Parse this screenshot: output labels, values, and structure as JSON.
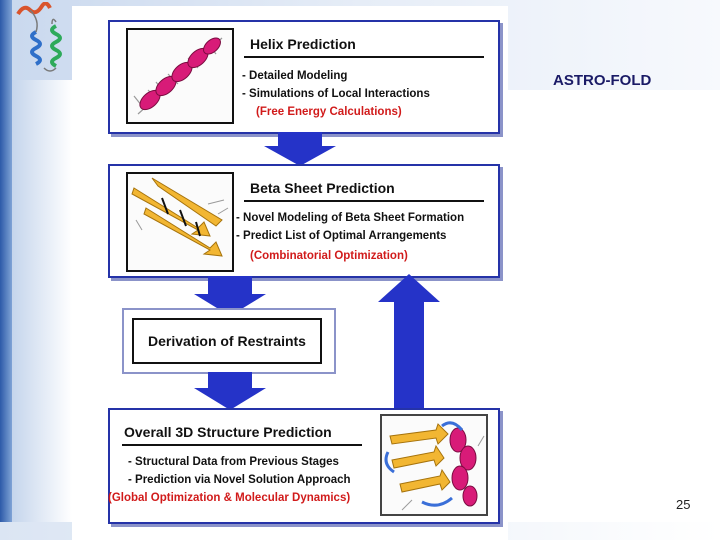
{
  "slide": {
    "header_label": "ASTRO-FOLD",
    "page_number": "25"
  },
  "flow": {
    "helix": {
      "title": "Helix Prediction",
      "bullets": [
        "- Detailed Modeling",
        "- Simulations of Local Interactions"
      ],
      "method": "(Free Energy Calculations)"
    },
    "beta": {
      "title": "Beta Sheet Prediction",
      "bullets": [
        "- Novel Modeling of Beta Sheet Formation",
        "- Predict List of Optimal Arrangements"
      ],
      "method": "(Combinatorial Optimization)"
    },
    "restraints": {
      "title": "Derivation of Restraints"
    },
    "overall": {
      "title": "Overall 3D Structure Prediction",
      "bullets": [
        "- Structural Data from Previous Stages",
        "- Prediction via Novel Solution Approach"
      ],
      "method": "(Global Optimization & Molecular Dynamics)"
    }
  },
  "colors": {
    "box_border": "#2533a8",
    "arrow": "#2533c8",
    "method_text": "#d11b1b",
    "helix_magenta": "#d81b78",
    "sheet_yellow": "#f2b632"
  }
}
